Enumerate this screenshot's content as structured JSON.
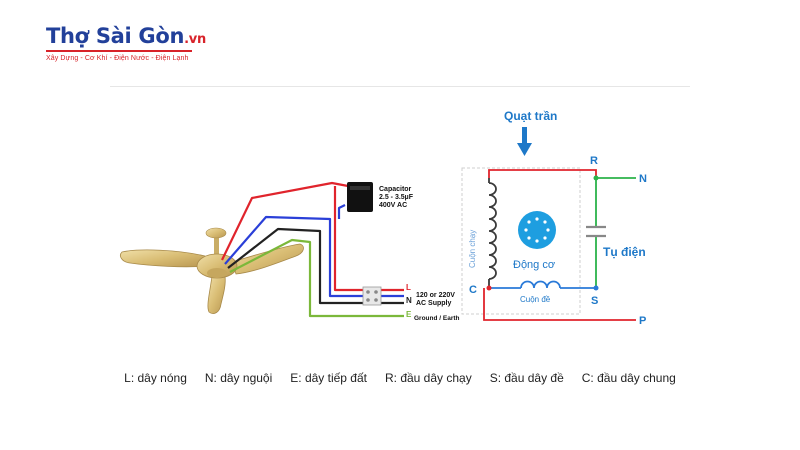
{
  "brand": {
    "name": "Thợ Sài Gòn",
    "suffix": ".vn",
    "tagline": "Xây Dựng - Cơ Khí - Điện Nước - Điện Lạnh"
  },
  "wiring": {
    "capacitor_label": [
      "Capacitor",
      "2.5 - 3.5µF",
      "400V AC"
    ],
    "terminal_L": "L",
    "terminal_N": "N",
    "terminal_E": "E",
    "supply_label": [
      "120 or 220V",
      "AC Supply"
    ],
    "ground_label": "Ground / Earth",
    "wire_colors": {
      "live": "#e0242c",
      "neutral": "#222222",
      "blue": "#2a3fd8",
      "earth": "#7bb83a"
    }
  },
  "schematic": {
    "title": "Quạt trần",
    "label_R": "R",
    "label_N": "N",
    "label_C": "C",
    "label_S": "S",
    "label_P": "P",
    "run_coil": "Cuộn chạy",
    "motor": "Động cơ",
    "start_coil": "Cuộn đề",
    "capacitor": "Tụ điện",
    "colors": {
      "red": "#e0242c",
      "green": "#2bb34a",
      "blue": "#2a7ad8",
      "coil": "#3a3a3a"
    }
  },
  "legend": [
    "L: dây nóng",
    "N: dây nguội",
    "E: dây tiếp đất",
    "R: đầu dây chạy",
    "S: đầu dây đề",
    "C: đầu dây chung"
  ]
}
